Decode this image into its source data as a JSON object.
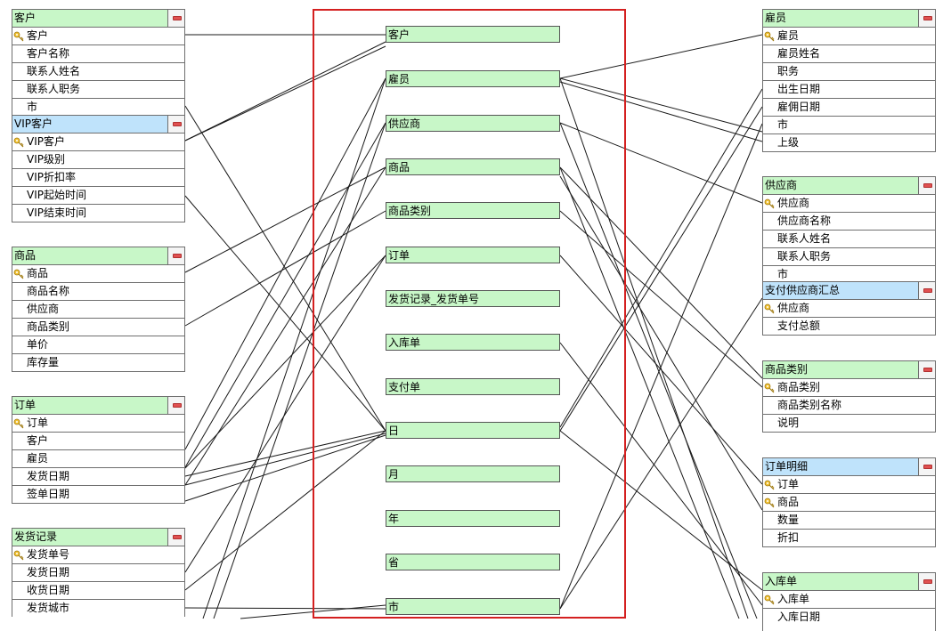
{
  "left_tables": [
    {
      "id": "t-customer",
      "title": "客户",
      "header": "green",
      "rows": [
        {
          "label": "客户",
          "key": true
        },
        {
          "label": "客户名称"
        },
        {
          "label": "联系人姓名"
        },
        {
          "label": "联系人职务"
        },
        {
          "label": "市"
        }
      ]
    },
    {
      "id": "t-vip",
      "title": "VIP客户",
      "header": "blue",
      "rows": [
        {
          "label": "VIP客户",
          "key": true
        },
        {
          "label": "VIP级别"
        },
        {
          "label": "VIP折扣率"
        },
        {
          "label": "VIP起始时间"
        },
        {
          "label": "VIP结束时间"
        }
      ]
    },
    {
      "id": "t-product",
      "title": "商品",
      "header": "green",
      "rows": [
        {
          "label": "商品",
          "key": true
        },
        {
          "label": "商品名称"
        },
        {
          "label": "供应商"
        },
        {
          "label": "商品类别"
        },
        {
          "label": "单价"
        },
        {
          "label": "库存量"
        }
      ]
    },
    {
      "id": "t-order",
      "title": "订单",
      "header": "green",
      "rows": [
        {
          "label": "订单",
          "key": true
        },
        {
          "label": "客户"
        },
        {
          "label": "雇员"
        },
        {
          "label": "发货日期"
        },
        {
          "label": "签单日期"
        }
      ]
    },
    {
      "id": "t-shipment",
      "title": "发货记录",
      "header": "green",
      "rows": [
        {
          "label": "发货单号",
          "key": true
        },
        {
          "label": "发货日期"
        },
        {
          "label": "收货日期"
        },
        {
          "label": "发货城市"
        }
      ]
    }
  ],
  "right_tables": [
    {
      "id": "t-employee",
      "title": "雇员",
      "header": "green",
      "rows": [
        {
          "label": "雇员",
          "key": true
        },
        {
          "label": "雇员姓名"
        },
        {
          "label": "职务"
        },
        {
          "label": "出生日期"
        },
        {
          "label": "雇佣日期"
        },
        {
          "label": "市"
        },
        {
          "label": "上级"
        }
      ]
    },
    {
      "id": "t-supplier",
      "title": "供应商",
      "header": "green",
      "rows": [
        {
          "label": "供应商",
          "key": true
        },
        {
          "label": "供应商名称"
        },
        {
          "label": "联系人姓名"
        },
        {
          "label": "联系人职务"
        },
        {
          "label": "市"
        }
      ]
    },
    {
      "id": "t-paysum",
      "title": "支付供应商汇总",
      "header": "blue",
      "rows": [
        {
          "label": "供应商",
          "key": true
        },
        {
          "label": "支付总额"
        }
      ]
    },
    {
      "id": "t-category",
      "title": "商品类别",
      "header": "green",
      "rows": [
        {
          "label": "商品类别",
          "key": true
        },
        {
          "label": "商品类别名称"
        },
        {
          "label": "说明"
        }
      ]
    },
    {
      "id": "t-orderdetail",
      "title": "订单明细",
      "header": "blue",
      "rows": [
        {
          "label": "订单",
          "key": true
        },
        {
          "label": "商品",
          "key": true
        },
        {
          "label": "数量"
        },
        {
          "label": "折扣"
        }
      ]
    },
    {
      "id": "t-receipt",
      "title": "入库单",
      "header": "green",
      "rows": [
        {
          "label": "入库单",
          "key": true
        },
        {
          "label": "入库日期"
        }
      ]
    }
  ],
  "dimensions": [
    "客户",
    "雇员",
    "供应商",
    "商品",
    "商品类别",
    "订单",
    "发货记录_发货单号",
    "入库单",
    "支付单",
    "日",
    "月",
    "年",
    "省",
    "市"
  ],
  "colors": {
    "green_header": "#c8f7c8",
    "blue_header": "#bfe3fb",
    "highlight_border": "#d42020"
  }
}
